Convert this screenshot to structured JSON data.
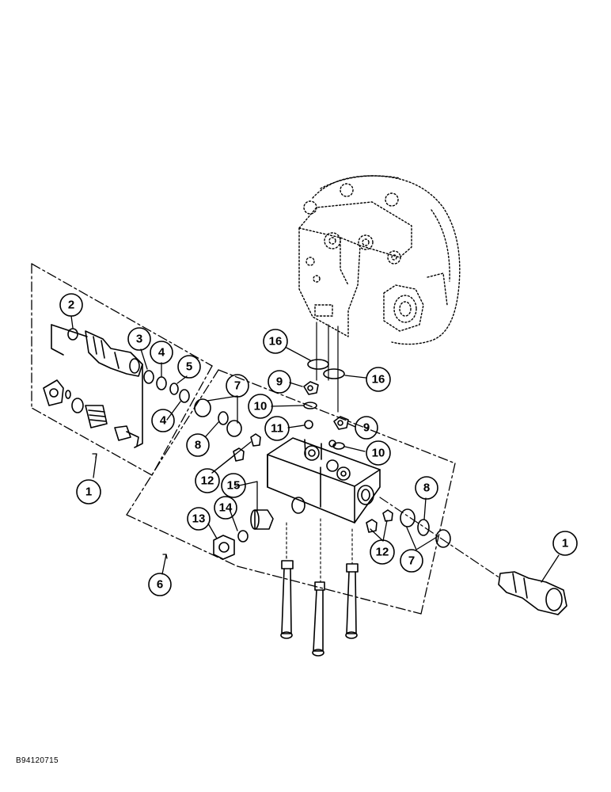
{
  "diagram": {
    "figure_id": "B94120715",
    "callouts": [
      {
        "id": "c2",
        "label": "2"
      },
      {
        "id": "c3",
        "label": "3"
      },
      {
        "id": "c4a",
        "label": "4"
      },
      {
        "id": "c5",
        "label": "5"
      },
      {
        "id": "c4b",
        "label": "4"
      },
      {
        "id": "c1a",
        "label": "1"
      },
      {
        "id": "c16a",
        "label": "16"
      },
      {
        "id": "c16b",
        "label": "16"
      },
      {
        "id": "c9a",
        "label": "9"
      },
      {
        "id": "c10a",
        "label": "10"
      },
      {
        "id": "c11",
        "label": "11"
      },
      {
        "id": "c9b",
        "label": "9"
      },
      {
        "id": "c10b",
        "label": "10"
      },
      {
        "id": "c7a",
        "label": "7"
      },
      {
        "id": "c8a",
        "label": "8"
      },
      {
        "id": "c12a",
        "label": "12"
      },
      {
        "id": "c15",
        "label": "15"
      },
      {
        "id": "c14",
        "label": "14"
      },
      {
        "id": "c13",
        "label": "13"
      },
      {
        "id": "c6",
        "label": "6"
      },
      {
        "id": "c8b",
        "label": "8"
      },
      {
        "id": "c12b",
        "label": "12"
      },
      {
        "id": "c7b",
        "label": "7"
      },
      {
        "id": "c1b",
        "label": "1"
      }
    ]
  }
}
